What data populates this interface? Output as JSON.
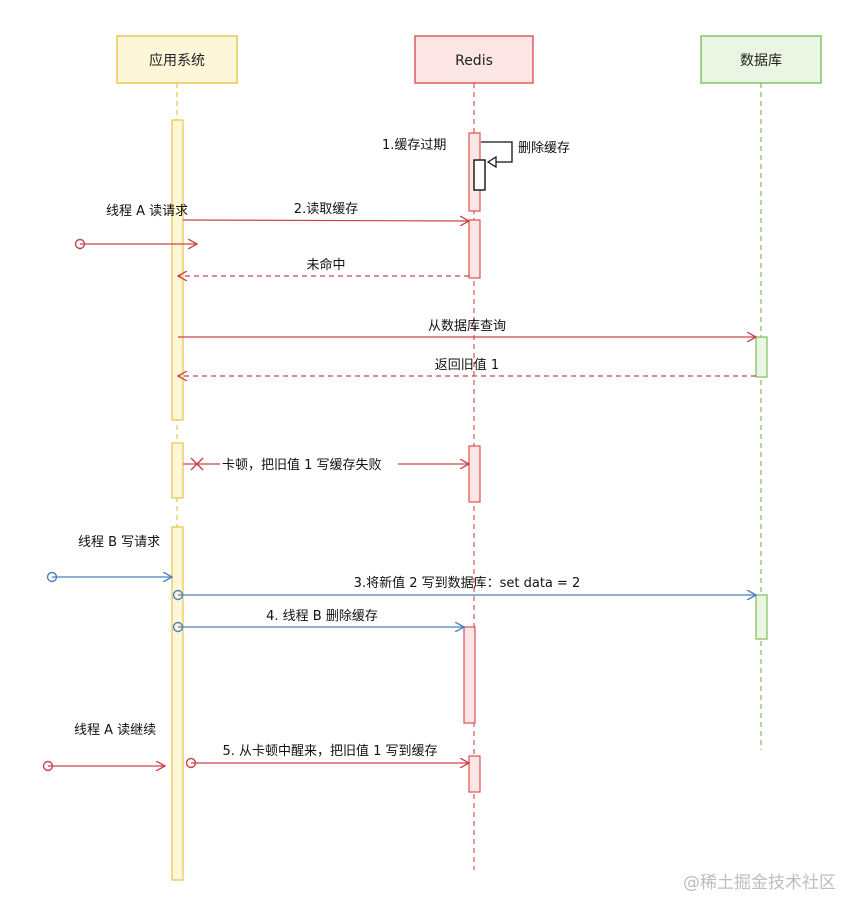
{
  "participants": {
    "app": "应用系统",
    "redis": "Redis",
    "db": "数据库"
  },
  "notes": {
    "cache_expired": "1.缓存过期",
    "delete_cache_self": "删除缓存",
    "thread_a_read": "线程 A 读请求",
    "thread_b_write": "线程 B 写请求",
    "thread_a_continue": "线程 A 读继续"
  },
  "messages": {
    "m_read_cache": "2.读取缓存",
    "m_miss": "未命中",
    "m_query_db": "从数据库查询",
    "m_return_old": "返回旧值 1",
    "m_stall_fail": "卡顿，把旧值 1 写缓存失败",
    "m_write_db": "3.将新值 2 写到数据库：set data = 2",
    "m_delete_cache": "4. 线程 B 删除缓存",
    "m_wake_write": "5. 从卡顿中醒来，把旧值 1 写到缓存"
  },
  "watermark": "@稀土掘金技术社区",
  "colors": {
    "app": "#e8c546",
    "app_fill": "#fdf6d9",
    "redis": "#d9534f",
    "redis_fill": "#fbe6e5",
    "db": "#7cbf5a",
    "db_fill": "#eaf6e3",
    "thread_a": "#c9434a",
    "thread_b": "#4a7fc1"
  }
}
